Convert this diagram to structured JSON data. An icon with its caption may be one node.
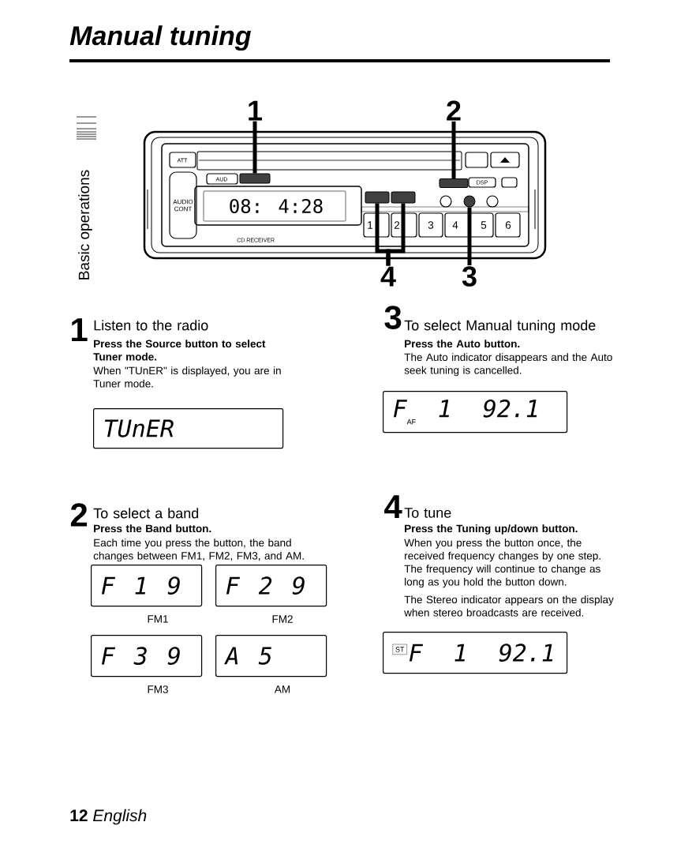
{
  "diagram": {
    "title": "Manual tuning",
    "nodes": [
      {
        "text": [
          "1"
        ]
      },
      {
        "text": [
          "2"
        ]
      },
      {
        "text": [
          "4"
        ]
      },
      {
        "text": [
          "3"
        ]
      },
      {
        "text": [],
        "shape": "box"
      },
      {
        "text": [],
        "shape": "box"
      },
      {
        "text": [],
        "shape": "circle"
      },
      {
        "text": [],
        "shape": "box"
      },
      {
        "text": [],
        "shape": "box"
      },
      {
        "text": [
          "TUnER"
        ]
      },
      {
        "text": [
          "F 1 9"
        ],
        "beside": [
          "FM1"
        ]
      },
      {
        "text": [
          "F 2 9"
        ],
        "beside": [
          "FM2"
        ]
      },
      {
        "text": [
          "F 3 9"
        ],
        "beside": [
          "FM3"
        ]
      },
      {
        "text": [
          "A 5"
        ],
        "beside": [
          "AM"
        ]
      },
      {
        "text": [
          "F 1 92.1",
          "AF"
        ]
      },
      {
        "text": [
          "ST",
          "F 1 92.1"
        ]
      }
    ],
    "edges": [
      {
        "from": 0,
        "to": 4,
        "arrow": "none"
      },
      {
        "from": 1,
        "to": 5,
        "arrow": "none"
      },
      {
        "from": 3,
        "to": 6,
        "arrow": "none"
      },
      {
        "from": 2,
        "to": 7,
        "arrow": "none"
      },
      {
        "from": 2,
        "to": 8,
        "arrow": "none"
      }
    ],
    "labels": [
      "Basic operations",
      "ATT",
      "AUD",
      "AUDIO CONT",
      "08: 4:28",
      "CD RECEIVER",
      "DSP",
      "1",
      "2",
      "3",
      "4",
      "5",
      "6",
      "1",
      "Listen to the radio",
      "Press the Source button to select Tuner mode.",
      "When \"TUnER\" is displayed, you are in Tuner mode.",
      "2",
      "To select a band",
      "Press the Band button.",
      "Each time you press the button, the band changes between FM1, FM2, FM3, and AM.",
      "3",
      "To select Manual tuning mode",
      "Press the Auto button.",
      "The Auto indicator disappears and the Auto seek tuning is cancelled.",
      "4",
      "To tune",
      "Press the Tuning up/down button.",
      "When you press the button once, the received frequency changes by one step. The frequency will continue to change as long as you hold the button down.",
      "The Stereo indicator appears on the display when stereo broadcasts are received.",
      "**12** *English*"
    ]
  }
}
